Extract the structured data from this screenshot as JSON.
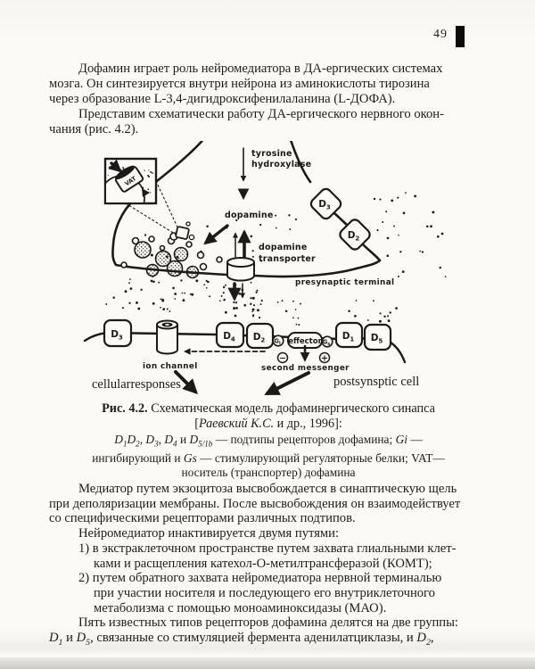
{
  "page": {
    "number": "49",
    "intro_lines": [
      {
        "i": 1,
        "t": "Дофамин играет роль нейромедиатора в ДА-ергических системах"
      },
      {
        "i": 0,
        "t": "мозга. Он синтезируется внутри нейрона из аминокислоты тирозина"
      },
      {
        "i": 0,
        "t": "через образование L-3,4-дигидроксифенилаланина (L-ДОФА)."
      },
      {
        "i": 1,
        "t": "Представим схематически работу ДА-ергического нервного окон-"
      },
      {
        "i": 0,
        "t": "чания (рис. 4.2)."
      }
    ],
    "caption_lines": [
      {
        "i": 0,
        "t": "**Рис. 4.2.** Схематическая модель дофаминергического синапса"
      },
      {
        "i": 0,
        "t": "[*Раевский К.С.* и др., 1996]:"
      }
    ],
    "legend_lines": [
      {
        "i": 0,
        "t": "*D~1~D~2~, D~3~, D~4~* и *D~5/1b~* — подтипы рецепторов дофамина; *Gi* —"
      },
      {
        "i": 0,
        "t": "ингибирующий и *Gs* — стимулирующий регуляторные белки; VAT—"
      },
      {
        "i": 0,
        "t": "носитель (транспортер) дофамина"
      }
    ],
    "body_lines": [
      {
        "i": 1,
        "t": "Медиатор путем экзоцитоза высвобождается в синаптическую щель"
      },
      {
        "i": 0,
        "t": "при деполяризации мембраны. После высвобождения он взаимодействует"
      },
      {
        "i": 0,
        "t": "со специфическими рецепторами различных подтипов."
      },
      {
        "i": 1,
        "t": "Нейромедиатор инактивируется двумя путями:"
      },
      {
        "i": 1,
        "t": "1) в экстраклеточном пространстве путем захвата глиальными клет-"
      },
      {
        "i": 2,
        "t": "ками и расщепления катехол-О-метилтрансферазой (КОМТ);"
      },
      {
        "i": 1,
        "t": "2) путем обратного захвата нейромедиатора нервной терминалью"
      },
      {
        "i": 2,
        "t": "при участии носителя и последующего его внутриклеточного"
      },
      {
        "i": 2,
        "t": "метаболизма с помощью моноаминоксидазы (МАО)."
      },
      {
        "i": 1,
        "t": "Пять известных типов рецепторов дофамина делятся на две группы:"
      },
      {
        "i": 0,
        "t": "*D~1~* и *D~5~*, связанные со стимуляцией фермента аденилатциклазы, и *D~2~*,"
      }
    ]
  },
  "figure": {
    "labels": {
      "th1": "tyrosine",
      "th2": "hydroxylase",
      "dopamine": "dopamine",
      "dt1": "dopamine",
      "dt2": "transporter",
      "presynaptic": "presynaptic terminal",
      "ion_channel": "ion channel",
      "second_messenger": "second messenger",
      "effector": "effector",
      "vat": "VAT",
      "cellular_responses": "cellularresponses",
      "postsynaptic_cell": "postsynsptic cell",
      "minus": "−",
      "plus": "+"
    },
    "receptors_presynaptic": [
      {
        "m": "D",
        "s": "3"
      },
      {
        "m": "D",
        "s": "2"
      }
    ],
    "receptors_postsynaptic": [
      {
        "m": "D",
        "s": "3"
      },
      {
        "m": "D",
        "s": "4"
      },
      {
        "m": "D",
        "s": "2"
      },
      {
        "m": "D",
        "s": "1"
      },
      {
        "m": "D",
        "s": "5"
      }
    ],
    "g_proteins": [
      {
        "m": "G",
        "s": "i"
      },
      {
        "m": "G",
        "s": "s"
      }
    ],
    "colors": {
      "ink": "#1c1b19",
      "paper": "#fbfaf7",
      "edge_shadow": "#cfcdc9"
    }
  }
}
